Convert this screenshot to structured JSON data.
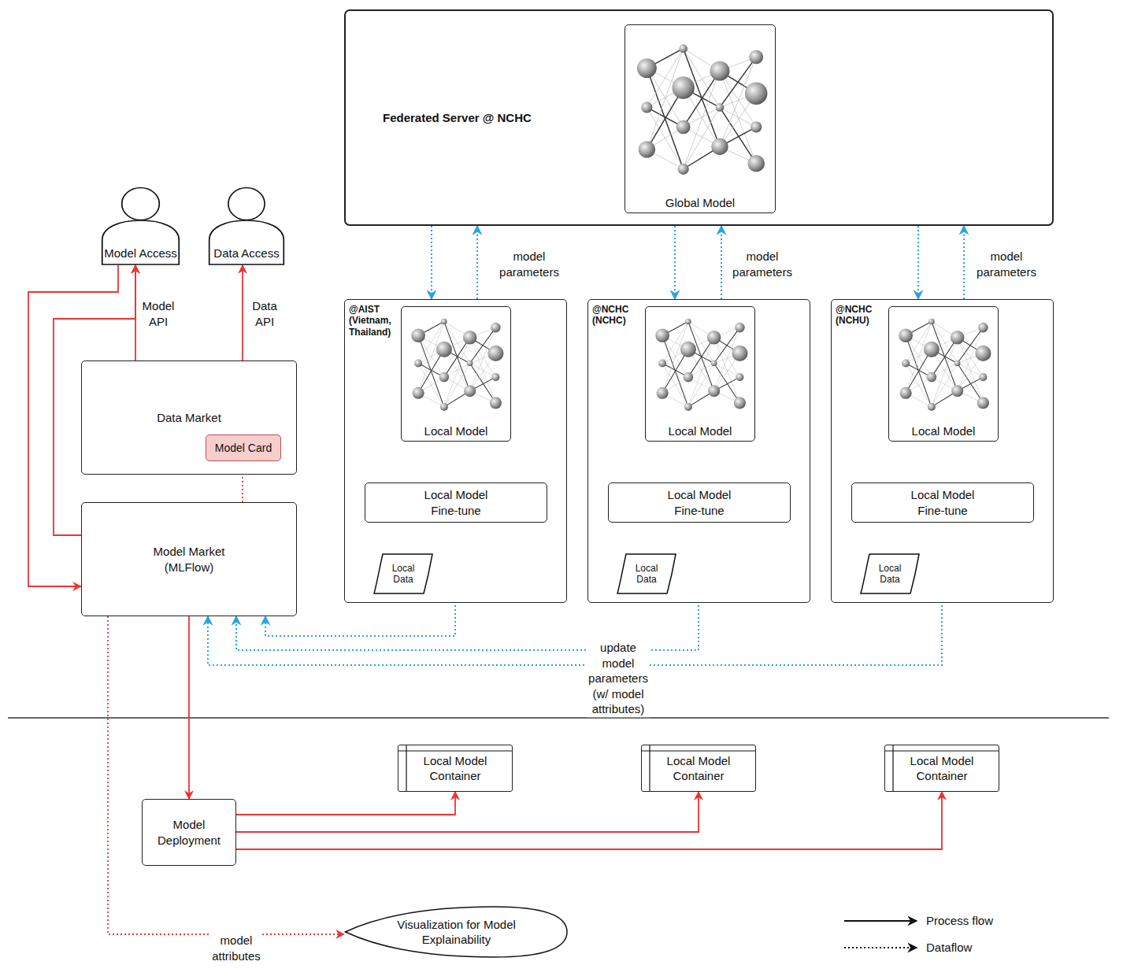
{
  "diagram": {
    "nodes": [
      {
        "text": [
          "Federated Server @ NCHC"
        ]
      },
      {
        "text": [
          "Global Model"
        ],
        "in": 0
      },
      {
        "text": [
          "Model Access"
        ]
      },
      {
        "text": [
          "Data Access"
        ]
      },
      {
        "text": [
          "Data Market"
        ]
      },
      {
        "text": [
          "Model Card"
        ],
        "in": 4
      },
      {
        "text": [
          "Model Market (MLFlow)"
        ]
      },
      {
        "text": [
          "@AIST (Vietnam, Thailand)"
        ]
      },
      {
        "text": [
          "Local Model"
        ],
        "in": 7
      },
      {
        "text": [
          "Local Model Fine-tune"
        ],
        "in": 7
      },
      {
        "text": [
          "Local Data"
        ],
        "in": 7
      },
      {
        "text": [
          "@NCHC (NCHC)"
        ]
      },
      {
        "text": [
          "Local Model"
        ],
        "in": 11
      },
      {
        "text": [
          "Local Model Fine-tune"
        ],
        "in": 11
      },
      {
        "text": [
          "Local Data"
        ],
        "in": 11
      },
      {
        "text": [
          "@NCHC (NCHU)"
        ]
      },
      {
        "text": [
          "Local Model"
        ],
        "in": 15
      },
      {
        "text": [
          "Local Model Fine-tune"
        ],
        "in": 15
      },
      {
        "text": [
          "Local Data"
        ],
        "in": 15
      },
      {
        "text": [
          "Model Deployment"
        ]
      },
      {
        "text": [
          "Local Model Container"
        ]
      },
      {
        "text": [
          "Local Model Container"
        ]
      },
      {
        "text": [
          "Local Model Container"
        ]
      },
      {
        "text": [
          "Visualization for Model Explainability"
        ]
      }
    ],
    "edges": [
      {
        "from": 0,
        "to": 7,
        "arrow": "to"
      },
      {
        "from": 7,
        "to": 0,
        "label": "model parameters",
        "arrow": "to"
      },
      {
        "from": 0,
        "to": 11,
        "arrow": "to"
      },
      {
        "from": 11,
        "to": 0,
        "label": "model parameters",
        "arrow": "to"
      },
      {
        "from": 0,
        "to": 15,
        "arrow": "to"
      },
      {
        "from": 15,
        "to": 0,
        "label": "model parameters",
        "arrow": "to"
      },
      {
        "from": 8,
        "to": 9,
        "arrow": "to"
      },
      {
        "from": 9,
        "to": 8,
        "arrow": "to"
      },
      {
        "from": 10,
        "to": 9,
        "arrow": "to"
      },
      {
        "from": 12,
        "to": 13,
        "arrow": "to"
      },
      {
        "from": 13,
        "to": 12,
        "arrow": "to"
      },
      {
        "from": 14,
        "to": 13,
        "arrow": "to"
      },
      {
        "from": 16,
        "to": 17,
        "arrow": "to"
      },
      {
        "from": 17,
        "to": 16,
        "arrow": "to"
      },
      {
        "from": 18,
        "to": 17,
        "arrow": "to"
      },
      {
        "from": 9,
        "to": 6,
        "arrow": "to"
      },
      {
        "from": 13,
        "to": 6,
        "arrow": "to"
      },
      {
        "from": 17,
        "to": 6,
        "label": "update model parameters (w/ model attributes)",
        "arrow": "to"
      },
      {
        "from": 4,
        "to": 2,
        "label": "Model API",
        "arrow": "to"
      },
      {
        "from": 4,
        "to": 3,
        "label": "Data API",
        "arrow": "to"
      },
      {
        "from": 2,
        "to": 6,
        "arrow": "to"
      },
      {
        "from": 6,
        "to": 2,
        "arrow": "to"
      },
      {
        "from": 6,
        "to": 5,
        "arrow": "to"
      },
      {
        "from": 6,
        "to": 19,
        "arrow": "to"
      },
      {
        "from": 19,
        "to": 20,
        "arrow": "to"
      },
      {
        "from": 19,
        "to": 21,
        "arrow": "to"
      },
      {
        "from": 19,
        "to": 22,
        "arrow": "to"
      },
      {
        "from": 6,
        "to": 23,
        "label": "model attributes",
        "arrow": "to"
      }
    ],
    "legend": [
      {
        "text": "Process flow"
      },
      {
        "text": "Dataflow"
      }
    ]
  }
}
